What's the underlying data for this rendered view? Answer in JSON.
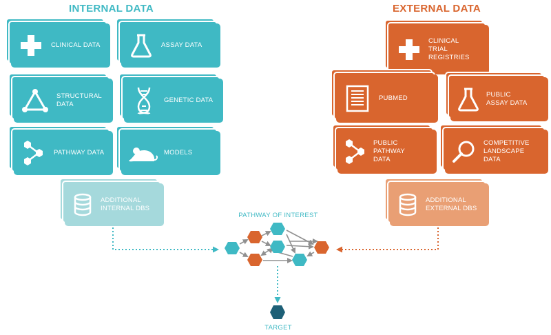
{
  "colors": {
    "internal": "#3fb9c4",
    "internal_light": "#a5d9dc",
    "external": "#d9652e",
    "external_light": "#e99f74",
    "target": "#1e6077",
    "arrow": "#909090"
  },
  "internal": {
    "heading": "INTERNAL DATA",
    "cards": [
      {
        "label": "CLINICAL DATA",
        "icon": "cross-icon"
      },
      {
        "label": "ASSAY DATA",
        "icon": "flask-icon"
      },
      {
        "label": "STRUCTURAL DATA",
        "icon": "triangle-network-icon"
      },
      {
        "label": "GENETIC DATA",
        "icon": "dna-icon"
      },
      {
        "label": "PATHWAY DATA",
        "icon": "pathway-icon"
      },
      {
        "label": "MODELS",
        "icon": "mouse-icon"
      }
    ],
    "additional": {
      "label": "ADDITIONAL INTERNAL DBs",
      "icon": "database-icon"
    }
  },
  "external": {
    "heading": "EXTERNAL DATA",
    "cards": [
      {
        "label": "CLINICAL TRIAL REGISTRIES",
        "icon": "cross-icon"
      },
      {
        "label": "PUBMED",
        "icon": "document-icon"
      },
      {
        "label": "PUBLIC ASSAY DATA",
        "icon": "flask-icon"
      },
      {
        "label": "PUBLIC PATHWAY DATA",
        "icon": "pathway-icon"
      },
      {
        "label": "COMPETITIVE LANDSCAPE DATA",
        "icon": "magnifier-icon"
      }
    ],
    "additional": {
      "label": "ADDITIONAL EXTERNAL DBs",
      "icon": "database-icon"
    }
  },
  "network": {
    "title": "PATHWAY OF INTEREST",
    "target_label": "TARGET"
  }
}
